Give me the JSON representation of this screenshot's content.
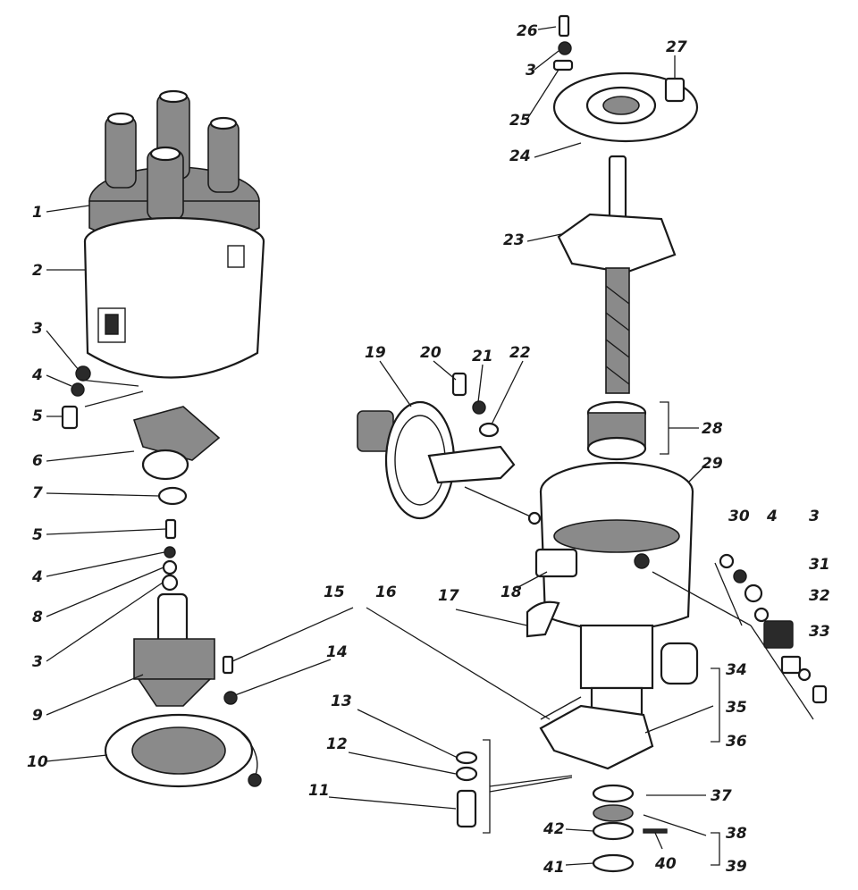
{
  "callouts": [
    {
      "id": "c1",
      "text": "1"
    },
    {
      "id": "c2",
      "text": "2"
    },
    {
      "id": "c3a",
      "text": "3"
    },
    {
      "id": "c4a",
      "text": "4"
    },
    {
      "id": "c5a",
      "text": "5"
    },
    {
      "id": "c6",
      "text": "6"
    },
    {
      "id": "c7",
      "text": "7"
    },
    {
      "id": "c5b",
      "text": "5"
    },
    {
      "id": "c4b",
      "text": "4"
    },
    {
      "id": "c8",
      "text": "8"
    },
    {
      "id": "c3b",
      "text": "3"
    },
    {
      "id": "c9",
      "text": "9"
    },
    {
      "id": "c10",
      "text": "10"
    },
    {
      "id": "c11",
      "text": "11"
    },
    {
      "id": "c12",
      "text": "12"
    },
    {
      "id": "c13",
      "text": "13"
    },
    {
      "id": "c14",
      "text": "14"
    },
    {
      "id": "c15",
      "text": "15"
    },
    {
      "id": "c16",
      "text": "16"
    },
    {
      "id": "c17",
      "text": "17"
    },
    {
      "id": "c18",
      "text": "18"
    },
    {
      "id": "c19",
      "text": "19"
    },
    {
      "id": "c20",
      "text": "20"
    },
    {
      "id": "c21",
      "text": "21"
    },
    {
      "id": "c22",
      "text": "22"
    },
    {
      "id": "c23",
      "text": "23"
    },
    {
      "id": "c24",
      "text": "24"
    },
    {
      "id": "c25",
      "text": "25"
    },
    {
      "id": "c3c",
      "text": "3"
    },
    {
      "id": "c26",
      "text": "26"
    },
    {
      "id": "c27",
      "text": "27"
    },
    {
      "id": "c28",
      "text": "28"
    },
    {
      "id": "c29",
      "text": "29"
    },
    {
      "id": "c30",
      "text": "30"
    },
    {
      "id": "c4c",
      "text": "4"
    },
    {
      "id": "c3d",
      "text": "3"
    },
    {
      "id": "c31",
      "text": "31"
    },
    {
      "id": "c32",
      "text": "32"
    },
    {
      "id": "c33",
      "text": "33"
    },
    {
      "id": "c34",
      "text": "34"
    },
    {
      "id": "c35",
      "text": "35"
    },
    {
      "id": "c36",
      "text": "36"
    },
    {
      "id": "c37",
      "text": "37"
    },
    {
      "id": "c38",
      "text": "38"
    },
    {
      "id": "c39",
      "text": "39"
    },
    {
      "id": "c40",
      "text": "40"
    },
    {
      "id": "c41",
      "text": "41"
    },
    {
      "id": "c42",
      "text": "42"
    }
  ]
}
